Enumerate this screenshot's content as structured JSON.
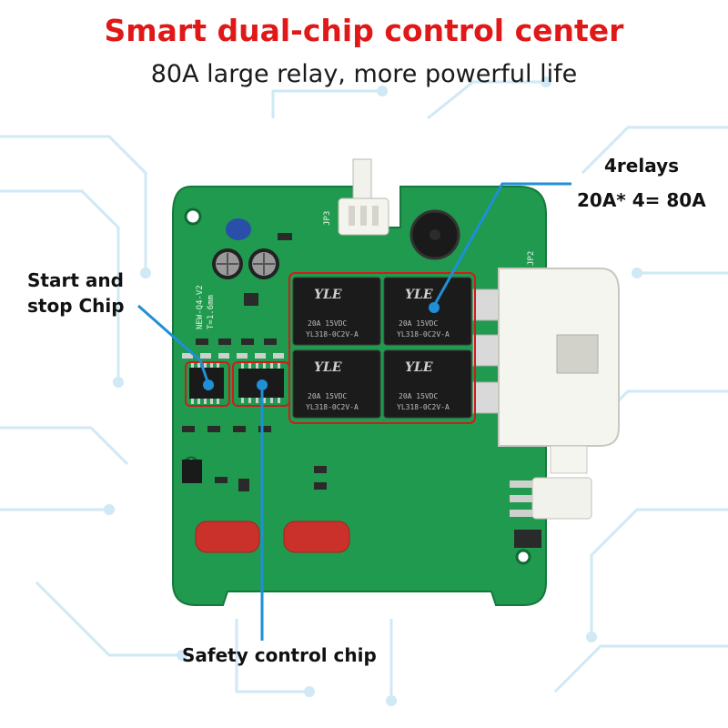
{
  "heading": {
    "title": "Smart dual-chip control center",
    "subtitle": "80A large relay, more powerful life"
  },
  "callouts": {
    "start_stop": "Start and stop Chip",
    "safety": "Safety control chip",
    "relays_count": "4relays",
    "relays_spec": "20A* 4= 80A"
  },
  "relay_print": {
    "brand": "YLE",
    "rating": "20A 15VDC",
    "model": "YL318-0C2V-A"
  },
  "board_print": {
    "model": "NEW-Q4-V2",
    "thickness": "T=1.6mm",
    "jp3": "JP3",
    "jp2": "JP2"
  },
  "colors": {
    "title_red": "#e01818",
    "pcb_green": "#1f9a4e",
    "relay_black": "#1b1b1b",
    "callout_blue": "#1f8fd6",
    "frame_red": "#d21b1b"
  }
}
